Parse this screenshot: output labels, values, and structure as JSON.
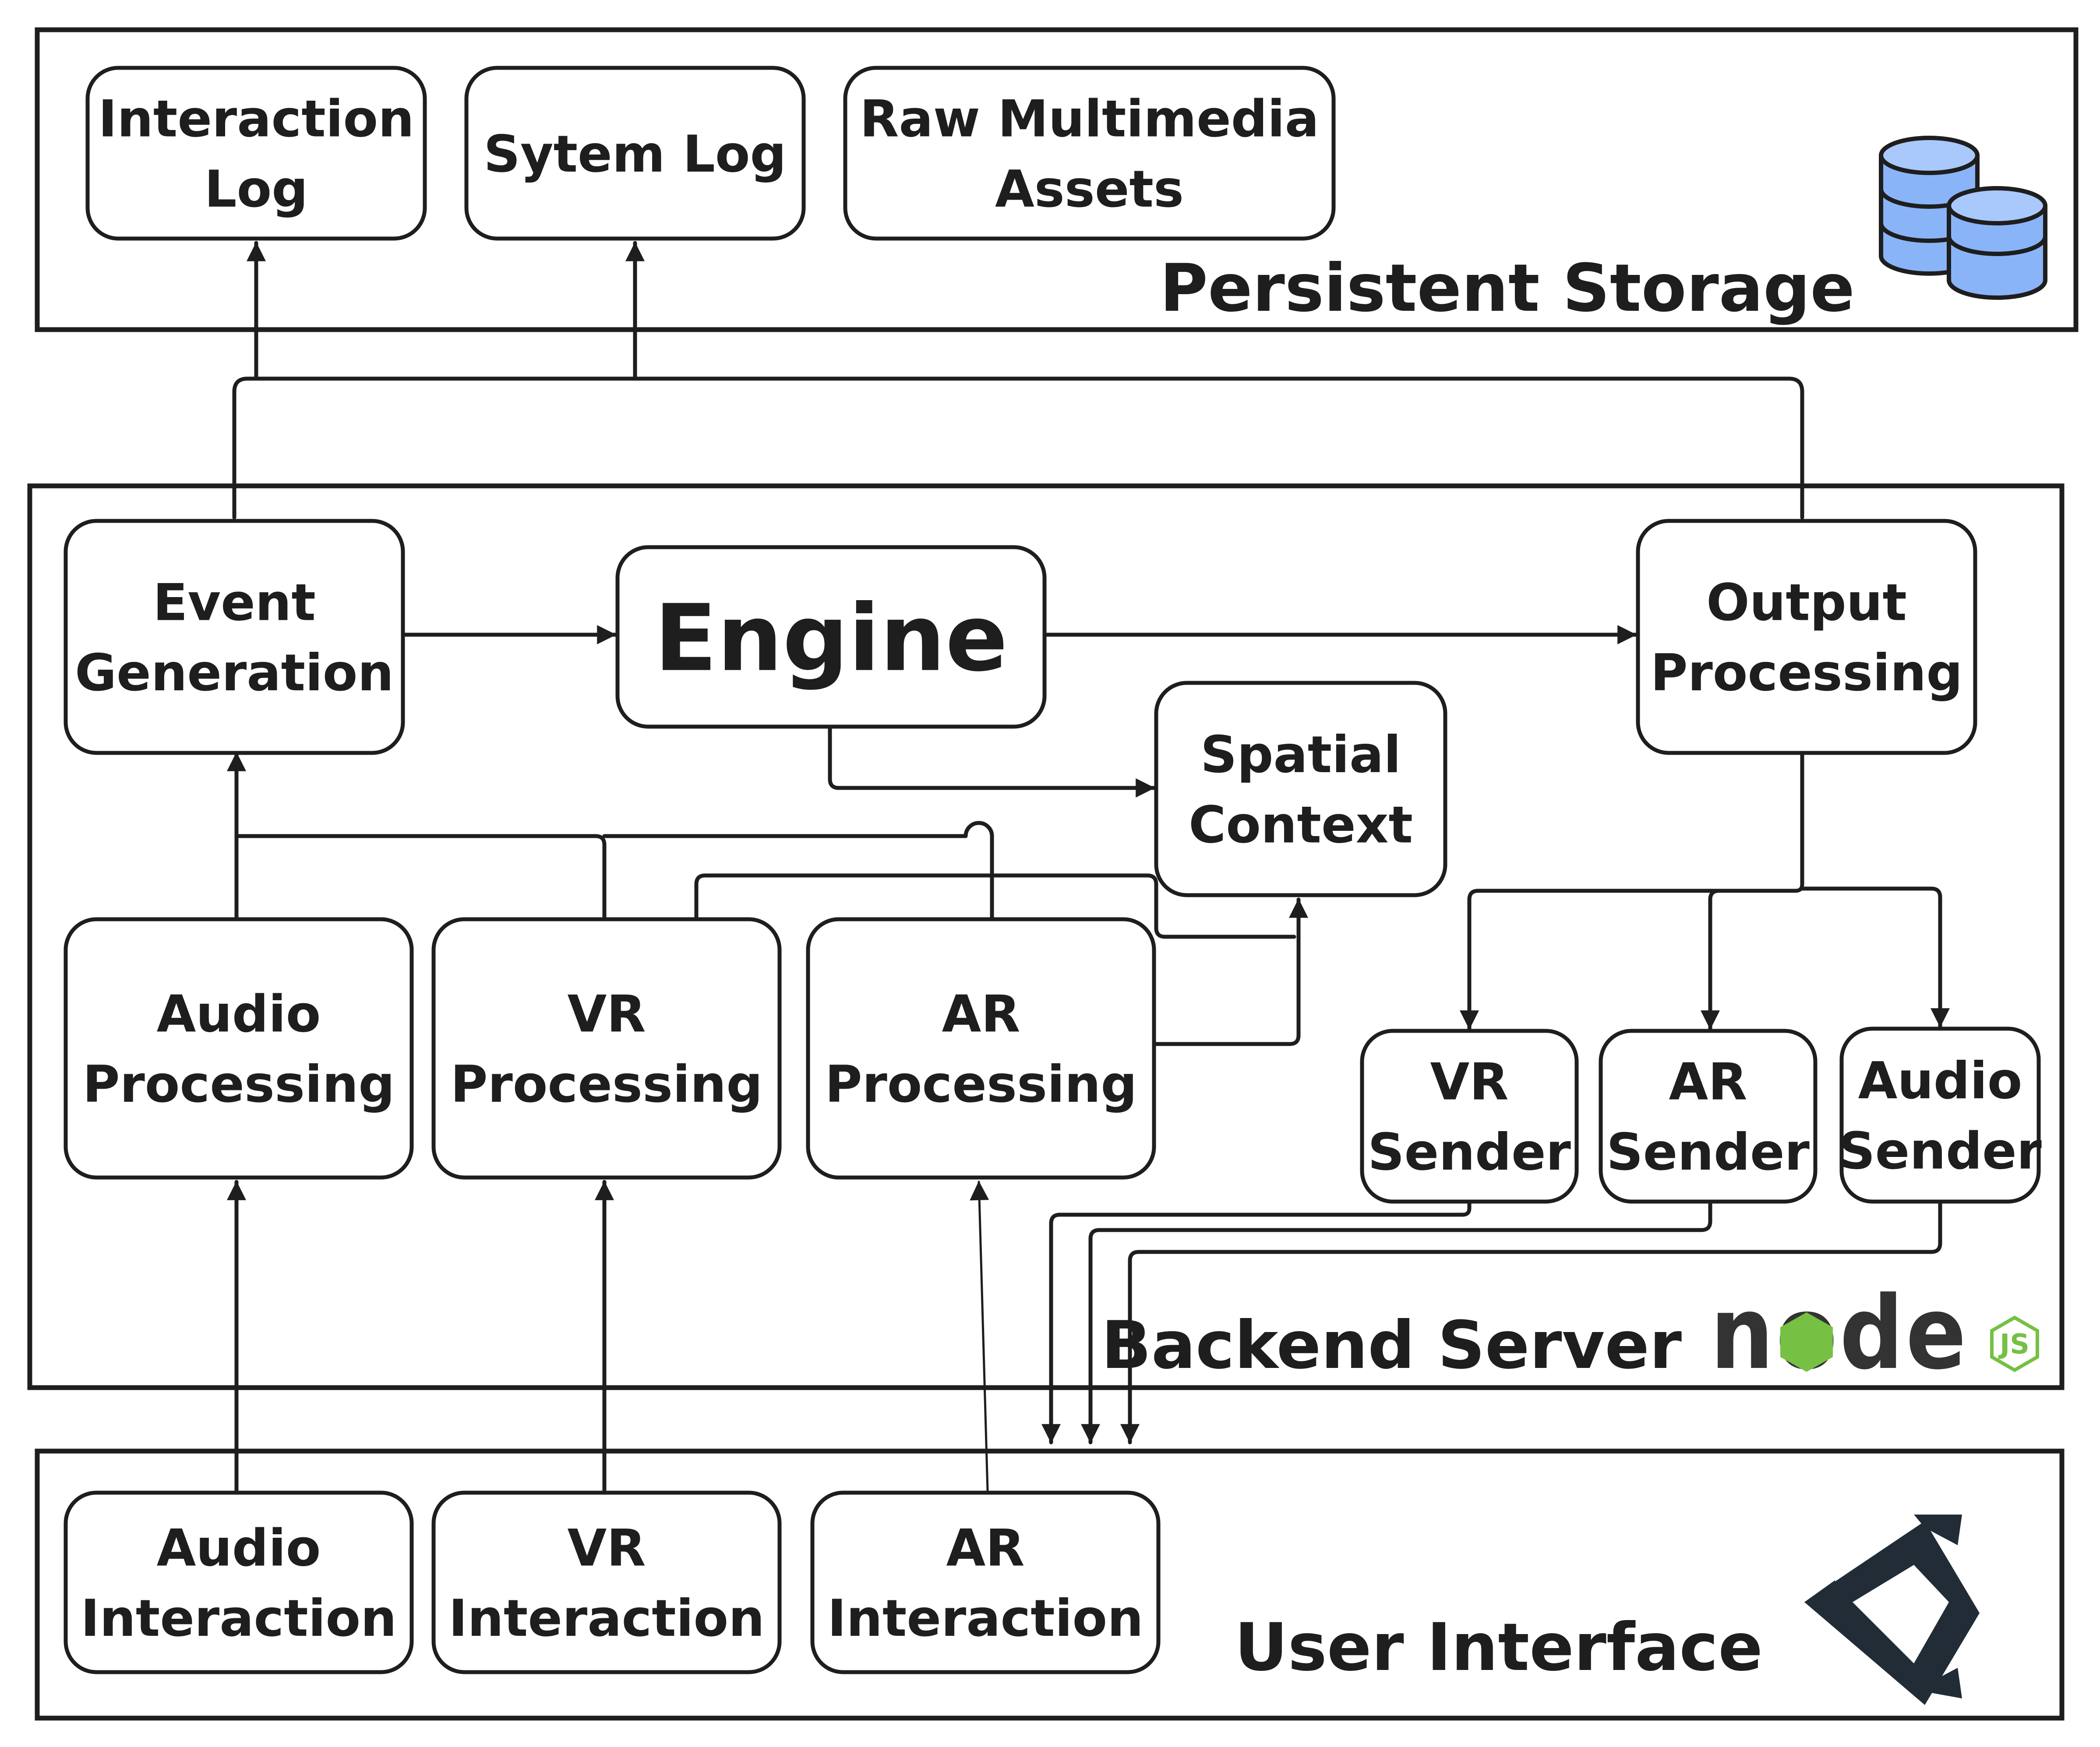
{
  "sections": {
    "storage": "Persistent Storage",
    "backend": "Backend Server",
    "ui": "User Interface"
  },
  "nodes": {
    "interaction_log": [
      "Interaction",
      "Log"
    ],
    "system_log": [
      "Sytem Log"
    ],
    "raw_assets": [
      "Raw Multimedia",
      "Assets"
    ],
    "event_generation": [
      "Event",
      "Generation"
    ],
    "engine": [
      "Engine"
    ],
    "output_processing": [
      "Output",
      "Processing"
    ],
    "spatial_context": [
      "Spatial",
      "Context"
    ],
    "audio_processing": [
      "Audio",
      "Processing"
    ],
    "vr_processing": [
      "VR",
      "Processing"
    ],
    "ar_processing": [
      "AR",
      "Processing"
    ],
    "vr_sender": [
      "VR",
      "Sender"
    ],
    "ar_sender": [
      "AR",
      "Sender"
    ],
    "audio_sender": [
      "Audio",
      "Sender"
    ],
    "audio_interaction": [
      "Audio",
      "Interaction"
    ],
    "vr_interaction": [
      "VR",
      "Interaction"
    ],
    "ar_interaction": [
      "AR",
      "Interaction"
    ]
  },
  "logos": {
    "node": {
      "wordmark": "node",
      "badge": "JS",
      "text_color": "#333333",
      "accent": "#76c043"
    },
    "database_icon_color": "#8ab4f8",
    "unity_icon_color": "#222c37"
  },
  "colors": {
    "stroke": "#1e1e1e",
    "text": "#1e1e1e"
  }
}
